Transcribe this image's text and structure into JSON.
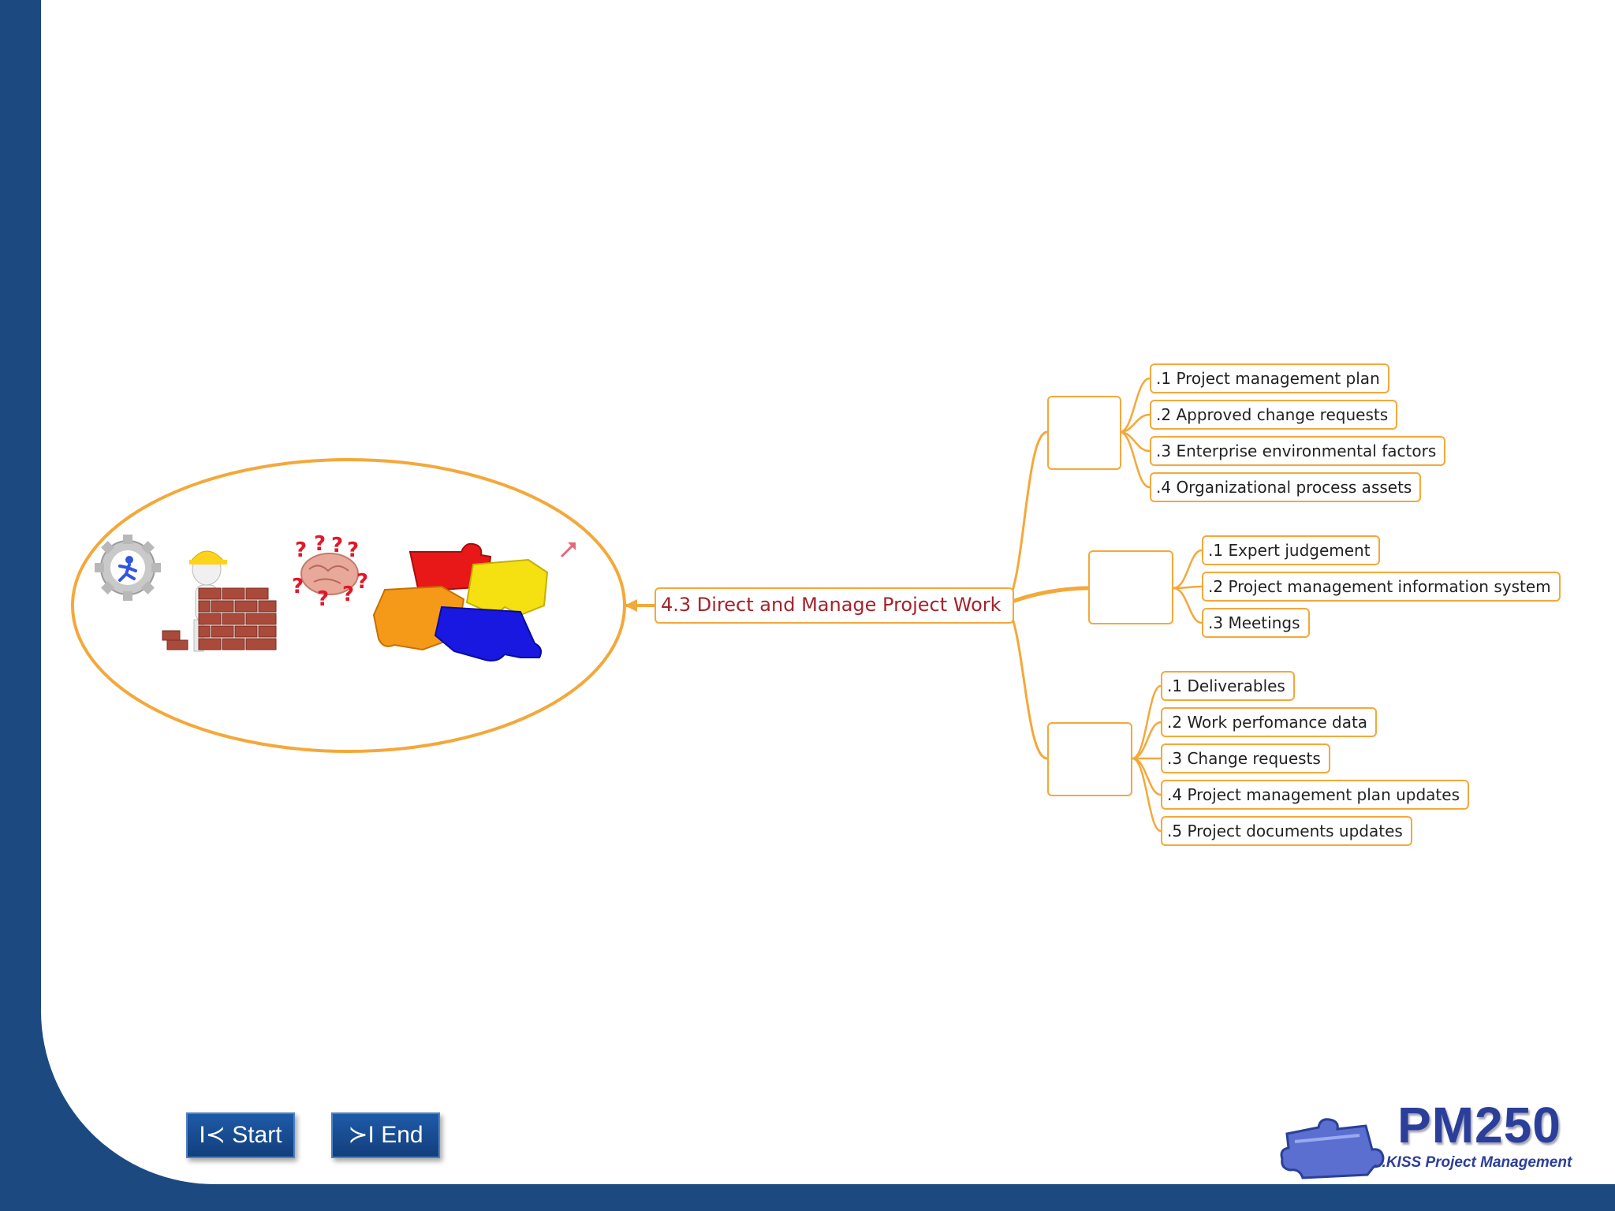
{
  "mindmap": {
    "central": "4.3 Direct and Manage Project Work",
    "inputs": {
      "icon": "box-with-plants-icon",
      "items": [
        ".1 Project management plan",
        ".2 Approved change requests",
        ".3 Enterprise environmental factors",
        ".4 Organizational process assets"
      ]
    },
    "tools": {
      "icon": "hardhat-blueprint-icon",
      "items": [
        ".1 Expert judgement",
        ".2 Project management information system",
        ".3 Meetings"
      ]
    },
    "outputs": {
      "icon": "open-box-arrows-icon",
      "items": [
        ".1 Deliverables",
        ".2 Work perfomance data",
        ".3 Change requests",
        ".4 Project management plan updates",
        ".5 Project documents updates"
      ]
    }
  },
  "illustration": {
    "icons": [
      "gear-runner-icon",
      "builder-wall-icon",
      "question-brain-icon",
      "puzzle-pieces-icon",
      "link-arrow-icon"
    ]
  },
  "navigation": {
    "start_label": "I≺ Start",
    "end_label": "≻I End"
  },
  "logo": {
    "name": "PM250",
    "tagline": "...KISS Project Management"
  },
  "colors": {
    "frame": "#1c4a80",
    "connector": "#f4a83a",
    "central_text": "#a3232a",
    "button": "#1a4d94"
  }
}
